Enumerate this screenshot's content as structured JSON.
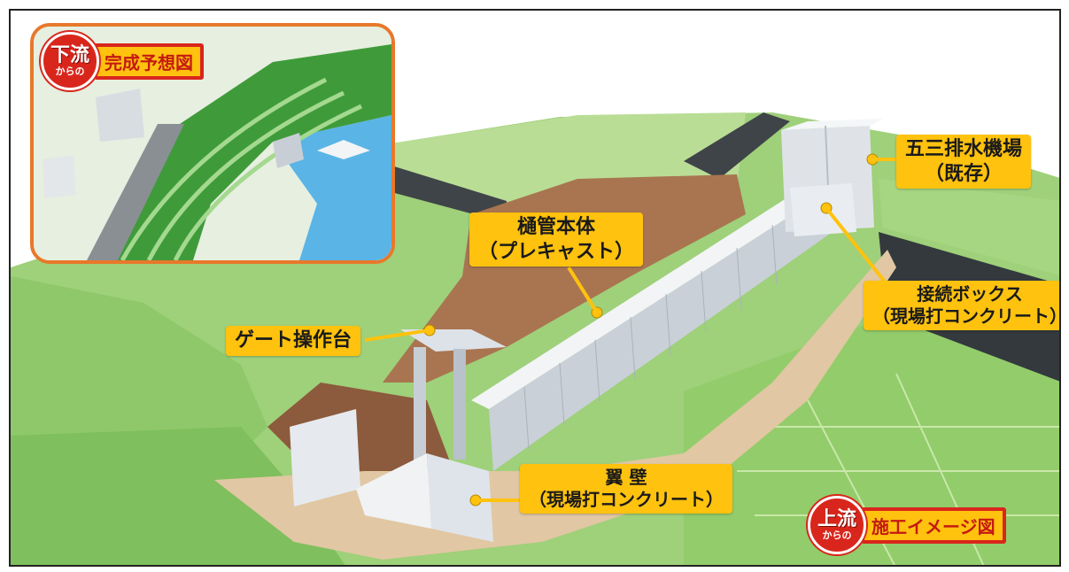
{
  "labels": {
    "pump_station": [
      "五三排水機場",
      "（既存）"
    ],
    "conduit_body": [
      "樋管本体",
      "（プレキャスト）"
    ],
    "gate_platform": "ゲート操作台",
    "connection_box": [
      "接続ボックス",
      "（現場打コンクリート）"
    ],
    "wing_wall": [
      "翼 壁",
      "（現場打コンクリート）"
    ]
  },
  "inset": {
    "badge_big": "下流",
    "badge_small": "からの",
    "title": "完成予想図"
  },
  "main_badge": {
    "badge_big": "上流",
    "badge_small": "からの",
    "title": "施工イメージ図"
  },
  "colors": {
    "label_bg": "#ffc20e",
    "badge_red": "#d9261c",
    "inset_border": "#e8782a",
    "field_green": "#8cc66a",
    "soil": "#b07a52",
    "concrete": "#dfe4ea",
    "water": "#5ab4e6"
  }
}
